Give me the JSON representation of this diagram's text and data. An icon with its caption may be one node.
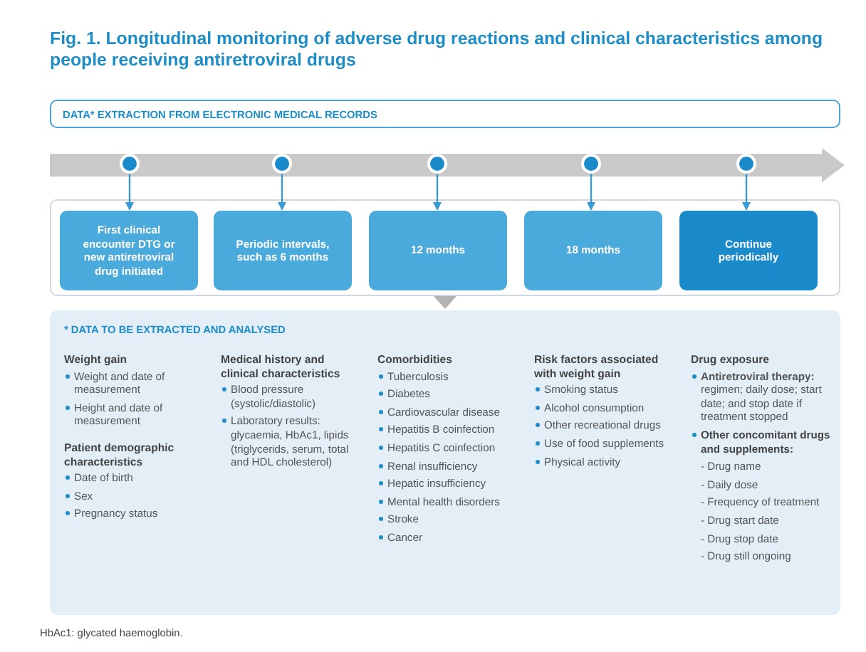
{
  "diagram": {
    "title": "Fig. 1. Longitudinal monitoring of adverse drug reactions and clinical characteristics among people receiving antiretroviral drugs",
    "caption": "HbAc1: glycated haemoglobin.",
    "nodes": [
      {
        "text": [
          "DATA* EXTRACTION FROM ELECTRONIC MEDICAL RECORDS"
        ]
      },
      {
        "text": [],
        "shape": "bar"
      },
      {
        "text": [],
        "shape": "circle",
        "in": 1
      },
      {
        "text": [],
        "shape": "circle",
        "in": 1
      },
      {
        "text": [],
        "shape": "circle",
        "in": 1
      },
      {
        "text": [],
        "shape": "circle",
        "in": 1
      },
      {
        "text": [],
        "shape": "circle",
        "in": 1
      },
      {
        "text": [],
        "shape": "box"
      },
      {
        "text": [
          "First clinical encounter DTG or new antiretroviral drug initiated"
        ],
        "in": 7
      },
      {
        "text": [
          "Periodic intervals, such as 6 months"
        ],
        "in": 7
      },
      {
        "text": [
          "12 months"
        ],
        "in": 7
      },
      {
        "text": [
          "18 months"
        ],
        "in": 7
      },
      {
        "text": [
          "Continue periodically"
        ],
        "in": 7
      },
      {
        "text": [
          "* DATA TO BE EXTRACTED AND ANALYSED",
          "Weight gain",
          "Weight and date of measurement",
          "Height and date of measurement",
          "Patient demographic characteristics",
          "Date of birth",
          "Sex",
          "Pregnancy status",
          "Medical history and clinical characteristics",
          "Blood pressure (systolic/diastolic)",
          "Laboratory results: glycaemia, HbAc1, lipids (triglycerids, serum, total and HDL cholesterol)",
          "Comorbidities",
          "Tuberculosis",
          "Diabetes",
          "Cardiovascular disease",
          "Hepatitis B coinfection",
          "Hepatitis C coinfection",
          "Renal insufficiency",
          "Hepatic insufficiency",
          "Mental health disorders",
          "Stroke",
          "Cancer",
          "Risk factors associated with weight gain",
          "Smoking status",
          "Alcohol consumption",
          "Other recreational drugs",
          "Use of food supplements",
          "Physical activity",
          "Drug exposure",
          "**Antiretroviral therapy:** regimen; daily dose; start date; and stop date if treatment stopped",
          "Other concomitant drugs and supplements:",
          "- Drug name",
          "- Daily dose",
          "- Frequency of treatment",
          "- Drug start date",
          "- Drug stop date",
          "- Drug still ongoing"
        ]
      }
    ],
    "edges": [
      {
        "from": 2,
        "to": 8,
        "arrow": "to"
      },
      {
        "from": 3,
        "to": 9,
        "arrow": "to"
      },
      {
        "from": 4,
        "to": 10,
        "arrow": "to"
      },
      {
        "from": 5,
        "to": 11,
        "arrow": "to"
      },
      {
        "from": 6,
        "to": 12,
        "arrow": "to"
      },
      {
        "from": 7,
        "to": 13,
        "arrow": "to",
        "color": "#b3b3b3"
      }
    ]
  }
}
